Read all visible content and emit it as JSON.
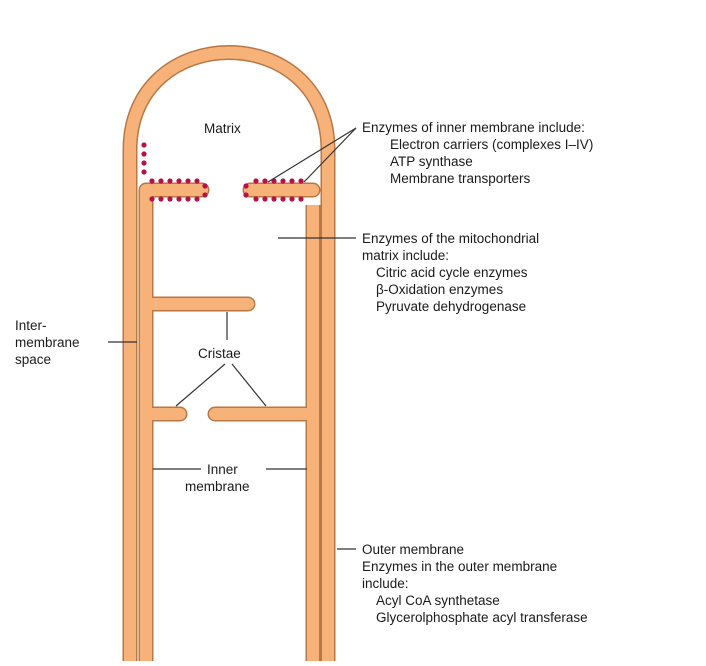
{
  "labels": {
    "matrix": "Matrix",
    "cristae": "Cristae",
    "intermembrane": [
      "Inter-",
      "membrane",
      "space"
    ],
    "inner_membrane": [
      "Inner",
      "membrane"
    ]
  },
  "annotations": {
    "inner_enzymes": {
      "heading": "Enzymes of inner membrane include:",
      "items": [
        "Electron carriers (complexes I–IV)",
        "ATP synthase",
        "Membrane transporters"
      ]
    },
    "matrix_enzymes": {
      "heading": [
        "Enzymes of the mitochondrial",
        "matrix include:"
      ],
      "items": [
        "Citric acid cycle enzymes",
        "β-Oxidation enzymes",
        "Pyruvate dehydrogenase"
      ]
    },
    "outer_membrane": {
      "heading": [
        "Outer membrane",
        "Enzymes in the outer membrane",
        "include:"
      ],
      "items": [
        "Acyl CoA synthetase",
        "Glycerolphosphate acyl transferase"
      ]
    }
  },
  "colors": {
    "membrane_fill": "#f7b27a",
    "membrane_edge": "#b97744",
    "particle": "#b5124a",
    "leader_line": "#333333"
  }
}
